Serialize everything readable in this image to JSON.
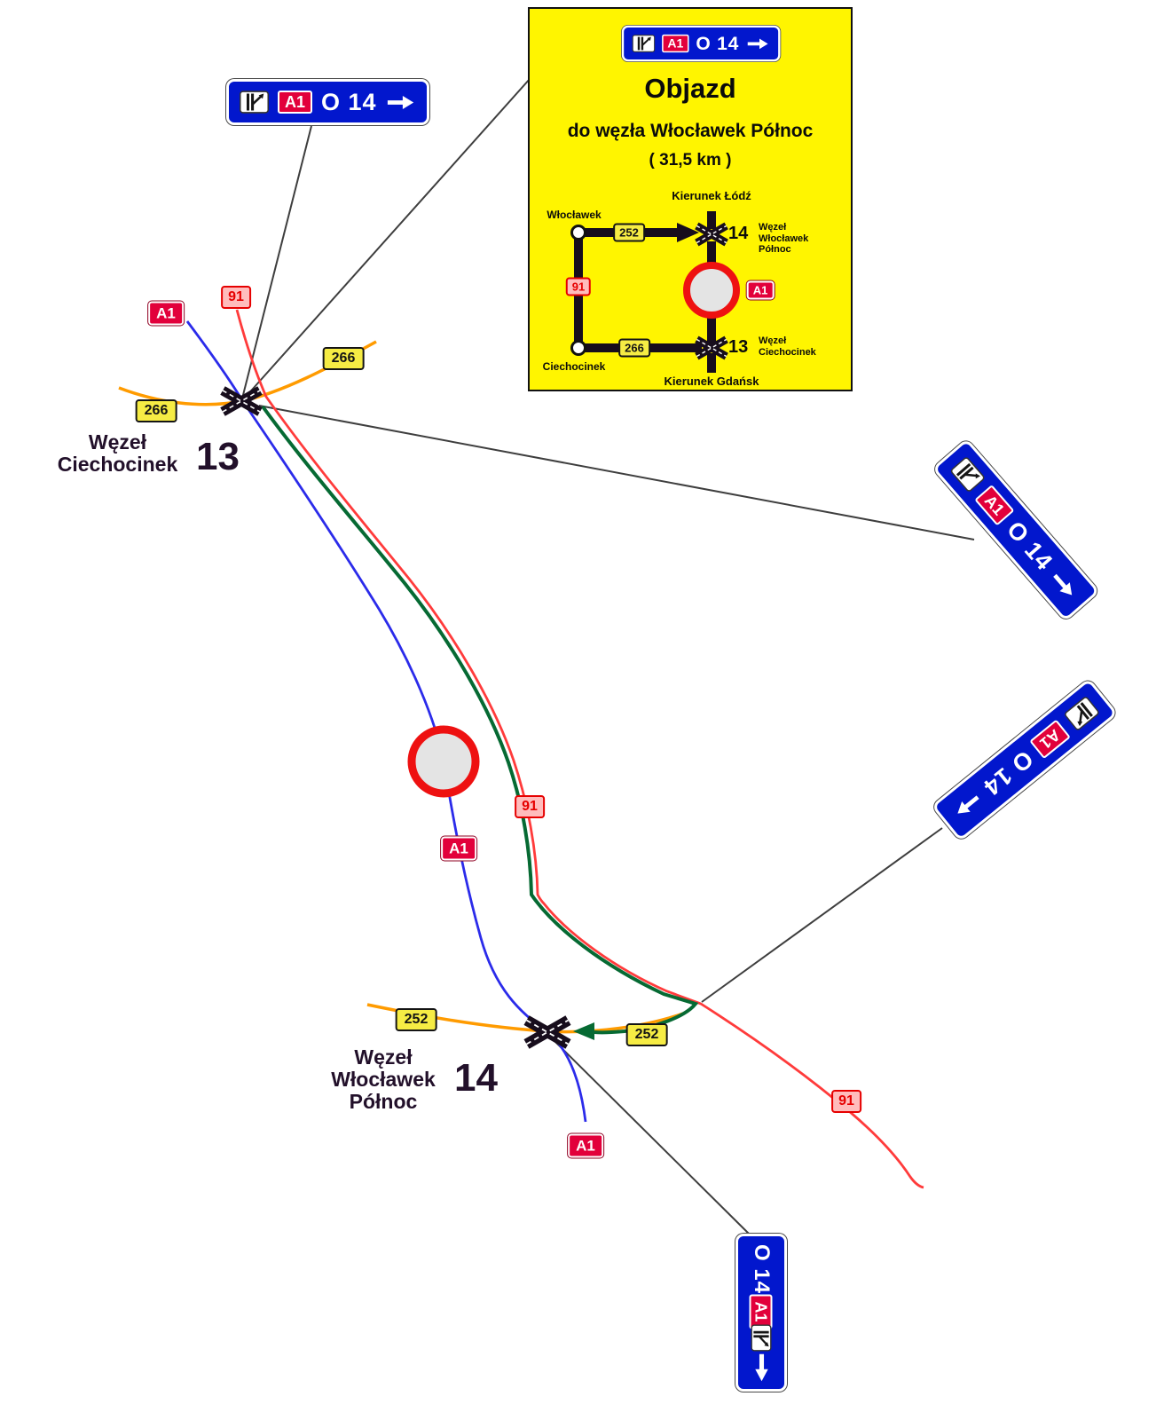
{
  "detour_sign": {
    "route": "A1",
    "label": "O 14"
  },
  "detour_box": {
    "title": "Objazd",
    "subtitle": "do węzła Włocławek Północ",
    "distance": "( 31,5 km )",
    "schematic": {
      "direction_top": "Kierunek Łódź",
      "direction_bottom": "Kierunek Gdańsk",
      "city_top": "Włocławek",
      "city_bottom": "Ciechocinek",
      "road_top": "252",
      "road_left": "91",
      "road_bottom": "266",
      "motorway": "A1",
      "junction_top_number": "14",
      "junction_top_name": "Węzeł Włocławek Północ",
      "junction_bottom_number": "13",
      "junction_bottom_name": "Węzeł Ciechocinek"
    }
  },
  "map": {
    "junction13_name": "Węzeł\nCiechocinek",
    "junction13_number": "13",
    "junction14_name": "Węzeł\nWłocławek\nPółnoc",
    "junction14_number": "14",
    "badge_a1": "A1",
    "badge_91": "91",
    "badge_266": "266",
    "badge_252": "252"
  }
}
